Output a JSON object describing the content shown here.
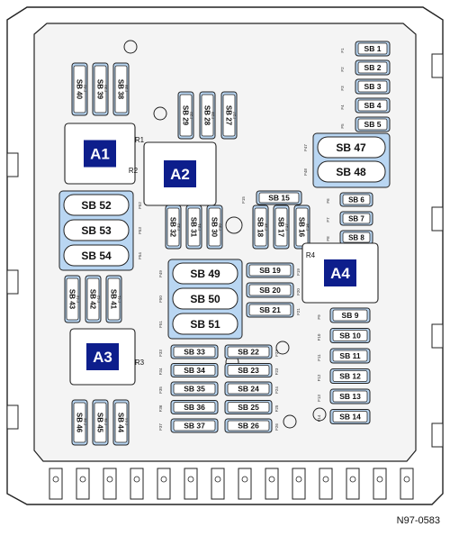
{
  "diagram": {
    "code": "N97-0583",
    "colors": {
      "outline": "#222222",
      "fuse_blue": "#b9d6f2",
      "relay_fill": "#0d1e8c",
      "relay_text": "#ffffff",
      "box_fill": "#ffffff",
      "inner_fill": "#f4f4f4"
    },
    "relays": [
      {
        "id": "A1",
        "label": "A1",
        "tag": "R1"
      },
      {
        "id": "A2",
        "label": "A2",
        "tag": "R2"
      },
      {
        "id": "A3",
        "label": "A3",
        "tag": "R3"
      },
      {
        "id": "A4",
        "label": "A4",
        "tag": "R4"
      }
    ],
    "right_column_top": [
      {
        "label": "SB 1",
        "code": "F1"
      },
      {
        "label": "SB 2",
        "code": "F2"
      },
      {
        "label": "SB 3",
        "code": "F3"
      },
      {
        "label": "SB 4",
        "code": "F4"
      },
      {
        "label": "SB 5",
        "code": "F5"
      }
    ],
    "right_column_mid": [
      {
        "label": "SB 6",
        "code": "F6"
      },
      {
        "label": "SB 7",
        "code": "F7"
      },
      {
        "label": "SB 8",
        "code": "F8"
      }
    ],
    "right_column_low": [
      {
        "label": "SB 9",
        "code": "F9"
      },
      {
        "label": "SB 10",
        "code": "F10"
      },
      {
        "label": "SB 11",
        "code": "F11"
      },
      {
        "label": "SB 12",
        "code": "F12"
      },
      {
        "label": "SB 13",
        "code": "F13"
      },
      {
        "label": "SB 14",
        "code": "F14"
      }
    ],
    "large_pair_right": [
      {
        "label": "SB 47",
        "code": "F47"
      },
      {
        "label": "SB 48",
        "code": "F48"
      }
    ],
    "large_left": [
      {
        "label": "SB 52",
        "code": "F52"
      },
      {
        "label": "SB 53",
        "code": "F53"
      },
      {
        "label": "SB 54",
        "code": "F54"
      }
    ],
    "large_center": [
      {
        "label": "SB 49",
        "code": "F49"
      },
      {
        "label": "SB 50",
        "code": "F50"
      },
      {
        "label": "SB 51",
        "code": "F51"
      }
    ],
    "vertical_top_left": [
      {
        "label": "SB 40",
        "code": "F40"
      },
      {
        "label": "SB 39",
        "code": "F39"
      },
      {
        "label": "SB 38",
        "code": "F38"
      }
    ],
    "vertical_top_mid": [
      {
        "label": "SB 29",
        "code": "F29"
      },
      {
        "label": "SB 28",
        "code": "F28"
      },
      {
        "label": "SB 27",
        "code": "F27"
      }
    ],
    "vertical_center": [
      {
        "label": "SB 32",
        "code": "F32"
      },
      {
        "label": "SB 31",
        "code": "F31"
      },
      {
        "label": "SB 30",
        "code": "F30"
      }
    ],
    "vertical_right_center": [
      {
        "label": "SB 18",
        "code": "F18"
      },
      {
        "label": "SB 17",
        "code": "F17"
      },
      {
        "label": "SB 16",
        "code": "F16"
      }
    ],
    "horizontal_sb15": {
      "label": "SB 15",
      "code": "F15"
    },
    "horizontal_center_right": [
      {
        "label": "SB 19",
        "code": "F19"
      },
      {
        "label": "SB 20",
        "code": "F20"
      },
      {
        "label": "SB 21",
        "code": "F21"
      }
    ],
    "vertical_left_mid": [
      {
        "label": "SB 43",
        "code": "F43"
      },
      {
        "label": "SB 42",
        "code": "F42"
      },
      {
        "label": "SB 41",
        "code": "F41"
      }
    ],
    "vertical_bottom_left": [
      {
        "label": "SB 46",
        "code": "F46"
      },
      {
        "label": "SB 45",
        "code": "F45"
      },
      {
        "label": "SB 44",
        "code": "F44"
      }
    ],
    "bottom_left_col": [
      {
        "label": "SB 33",
        "code": "F33"
      },
      {
        "label": "SB 34",
        "code": "F34"
      },
      {
        "label": "SB 35",
        "code": "F35"
      },
      {
        "label": "SB 36",
        "code": "F36"
      },
      {
        "label": "SB 37",
        "code": "F37"
      }
    ],
    "bottom_right_col": [
      {
        "label": "SB 22",
        "code": "F22"
      },
      {
        "label": "SB 23",
        "code": "F23"
      },
      {
        "label": "SB 24",
        "code": "F24"
      },
      {
        "label": "SB 25",
        "code": "F25"
      },
      {
        "label": "SB 26",
        "code": "F26"
      }
    ]
  }
}
